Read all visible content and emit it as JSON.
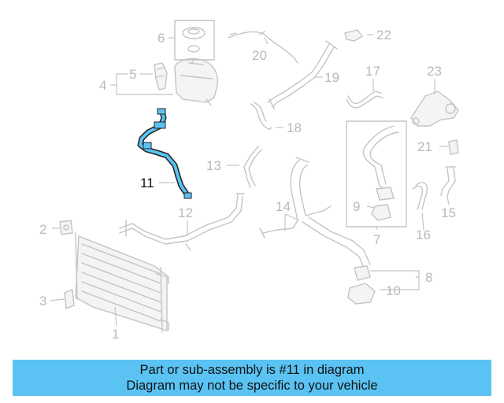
{
  "callouts": [
    {
      "id": "1",
      "text": "1"
    },
    {
      "id": "2",
      "text": "2"
    },
    {
      "id": "3",
      "text": "3"
    },
    {
      "id": "4",
      "text": "4"
    },
    {
      "id": "5",
      "text": "5"
    },
    {
      "id": "6",
      "text": "6"
    },
    {
      "id": "7",
      "text": "7"
    },
    {
      "id": "8",
      "text": "8"
    },
    {
      "id": "9",
      "text": "9"
    },
    {
      "id": "10",
      "text": "10"
    },
    {
      "id": "11",
      "text": "11"
    },
    {
      "id": "12",
      "text": "12"
    },
    {
      "id": "13",
      "text": "13"
    },
    {
      "id": "14",
      "text": "14"
    },
    {
      "id": "15",
      "text": "15"
    },
    {
      "id": "16",
      "text": "16"
    },
    {
      "id": "17",
      "text": "17"
    },
    {
      "id": "18",
      "text": "18"
    },
    {
      "id": "19",
      "text": "19"
    },
    {
      "id": "20",
      "text": "20"
    },
    {
      "id": "21",
      "text": "21"
    },
    {
      "id": "22",
      "text": "22"
    },
    {
      "id": "23",
      "text": "23"
    }
  ],
  "highlight": {
    "part": "11",
    "color": "#5ac3f3"
  },
  "banner": {
    "line1": "Part or sub-assembly is #11 in diagram",
    "line2": "Diagram may not be specific to your vehicle",
    "color": "#5ac3f3"
  }
}
